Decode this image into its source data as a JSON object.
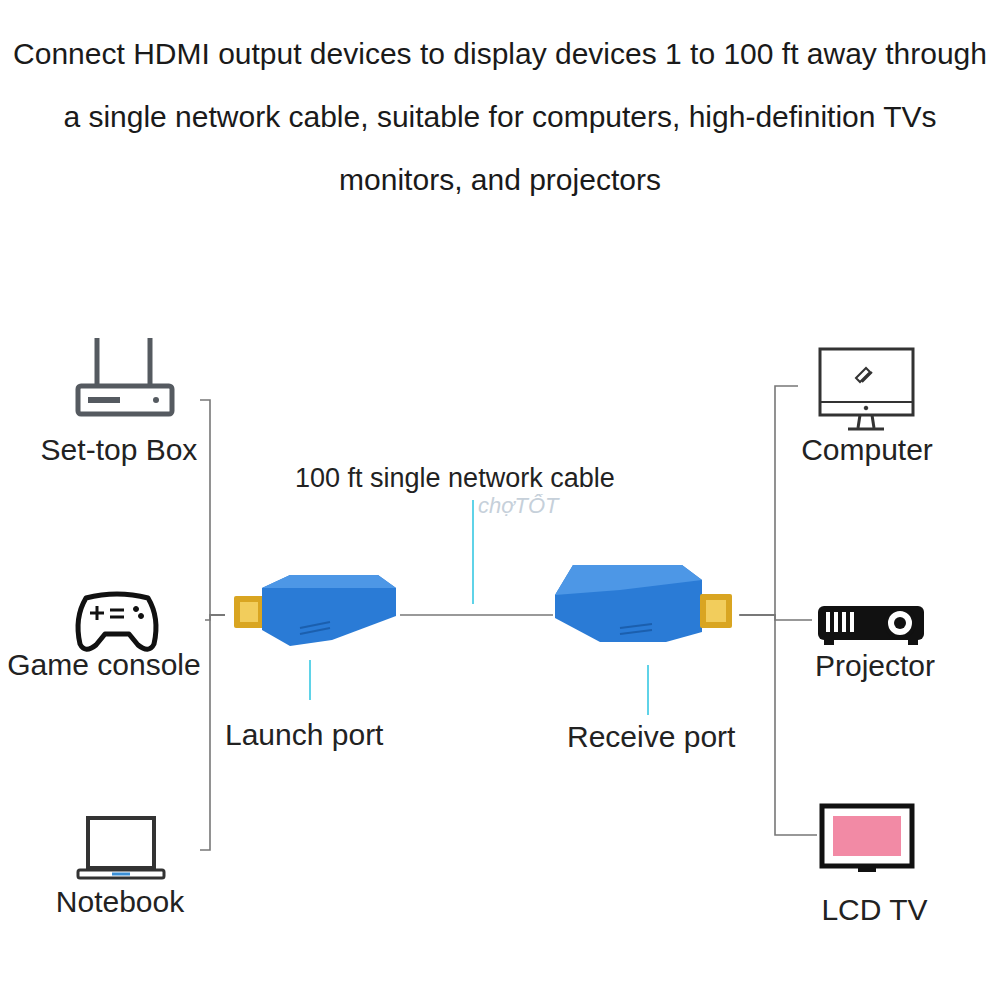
{
  "diagram": {
    "title": "Connect HDMI output devices to display devices 1 to 100 ft away through a single network cable, suitable for computers, high-definition TVs monitors, and projectors",
    "nodes": [
      {
        "text": [
          "Set-top Box"
        ]
      },
      {
        "text": [
          "Game console"
        ]
      },
      {
        "text": [
          "Notebook"
        ]
      },
      {
        "text": [
          "Launch port"
        ]
      },
      {
        "text": [
          "Receive port"
        ]
      },
      {
        "text": [
          "Computer"
        ]
      },
      {
        "text": [
          "Projector"
        ]
      },
      {
        "text": [
          "LCD TV"
        ]
      }
    ],
    "edges": [
      {
        "from": 0,
        "to": 3,
        "arrow": "none"
      },
      {
        "from": 1,
        "to": 3,
        "arrow": "none"
      },
      {
        "from": 2,
        "to": 3,
        "arrow": "none"
      },
      {
        "from": 3,
        "to": 4,
        "label": "100 ft single network cable",
        "arrow": "none"
      },
      {
        "from": 4,
        "to": 5,
        "arrow": "none"
      },
      {
        "from": 4,
        "to": 6,
        "arrow": "none"
      },
      {
        "from": 4,
        "to": 7,
        "arrow": "none"
      }
    ],
    "labels": [
      "chợTỐT"
    ]
  }
}
